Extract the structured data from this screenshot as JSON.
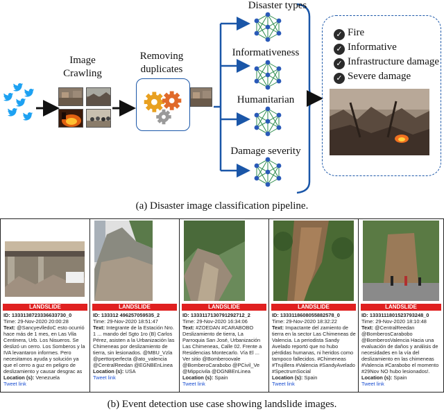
{
  "figure_a": {
    "crawl_label": "Image Crawling",
    "dedup_label": "Removing duplicates",
    "tasks": [
      "Disaster types",
      "Informativeness",
      "Humanitarian",
      "Damage severity"
    ],
    "results": [
      "Fire",
      "Informative",
      "Infrastructure damage",
      "Severe damage"
    ],
    "caption": "(a) Disaster image classification pipeline."
  },
  "figure_b": {
    "tweets": [
      {
        "label": "LANDSLIDE",
        "id": "ID: 1333138723336633730_0",
        "time": "Time: 29-Nov-2020 20:00:28",
        "text": "@SancyevlledoC esto ocurrió hace más de 1 mes, en Las Vila Centinera, Urb. Los Nisueros. Se deslizó un cerro. Los Somberos y la IVA levantaron informes. Pero necesitamos ayuda y solución ya que el cerro a guz en peligro de deslizamiento y causar desgrac as",
        "location": "Venezuela",
        "link": "Tweet link"
      },
      {
        "label": "LANDSLIDE",
        "id": "ID: 133312 496257059535_2",
        "time": "Time: 29-Nov-2020 18:51:47",
        "text": "Integrante de la Estación Nro. 1 ... mando del Sgto 1ro (B) Carlos Pérez, asisten a la Urbanización las Chimeneas por deslizamiento de tierra, sin lesionados. @MBU_Vzla @perttorperfecta @ato_valencia @CentralReedan @EGNBEnLinea",
        "location": "USA",
        "link": "Tweet link"
      },
      {
        "label": "LANDSLIDE",
        "id": "ID: 1333117130791292712_2",
        "time": "Time: 29-Nov-2020 16:34:06",
        "text": "#ZOEDAN #CARABOBO Deslizamiento de tierra, La Parroquia San José, Urbanización Las Chimeneas, Calle 02. Frente a Residencias Montecarlo. Vía El ... Ver sitio @Bomberoovale @BomberoCarabobo @PCivil_Ve @Mippcivila @DGNBEnLinea",
        "location": "Spain",
        "link": "Tweet link"
      },
      {
        "label": "LANDSLIDE",
        "id": "ID: 1333118608055882578_0",
        "time": "Time: 29-Nov-2020 18:32:22",
        "text": "Impactante del zamiento de tierra en la sector Las Chimeneas de Valencia. La periodista Sandy Avelado reportó que no hubo pérdidas humanas, ni heridos como tampoco fallecidos. #Chimeneas #Trujillera #Valencia #SandyAvelado #SpectrumSocial",
        "location": "Spain",
        "link": "Tweet link"
      },
      {
        "label": "LANDSLIDE",
        "id": "ID: 1333111801523793248_0",
        "time": "Time: 29-Nov-2020 18:10:48",
        "text": "@CentralReedan @BomberosCarabobo @BomberosValencia Hacia una evaluación de daños y análisis de necesidades en la vía del deslizamiento en las chimeneas #Valencia #Carabobo el momento #29Nov NO hubo lesionados!.",
        "location": "Spain",
        "link": "Tweet link"
      }
    ],
    "caption": "(b) Event detection use case showing landslide images."
  }
}
